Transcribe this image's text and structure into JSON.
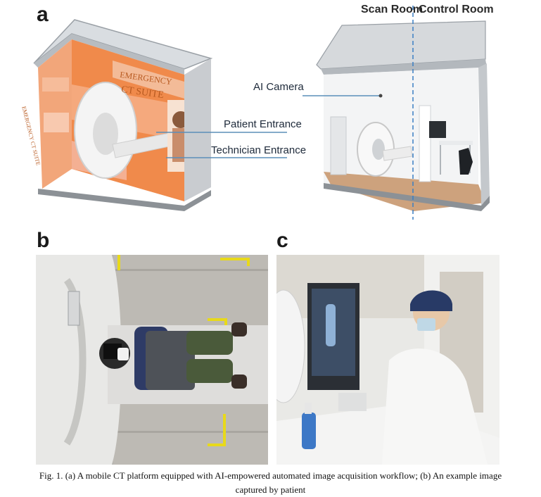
{
  "panels": {
    "a": {
      "letter": "a",
      "building_sign": [
        "EMERGENCY",
        "CT SUITE"
      ],
      "side_sign": "EMERGENCY CT SUITE",
      "callouts": {
        "patient_entrance": "Patient Entrance",
        "technician_entrance": "Technician Entrance",
        "ai_camera": "AI Camera"
      },
      "rooms": {
        "scan_room": "Scan Room",
        "control_room": "Control Room"
      }
    },
    "b": {
      "letter": "b"
    },
    "c": {
      "letter": "c"
    }
  },
  "caption": {
    "line1": "Fig. 1. (a) A mobile CT platform equipped with AI-empowered automated image acquisition workflow; (b) An example image",
    "line2": "captured by patient"
  },
  "colors": {
    "accent_line": "#5b8fb9",
    "divider": "#3a7fc4",
    "facade_orange": "#f08a4b",
    "facade_pink": "#f4b6a0"
  }
}
